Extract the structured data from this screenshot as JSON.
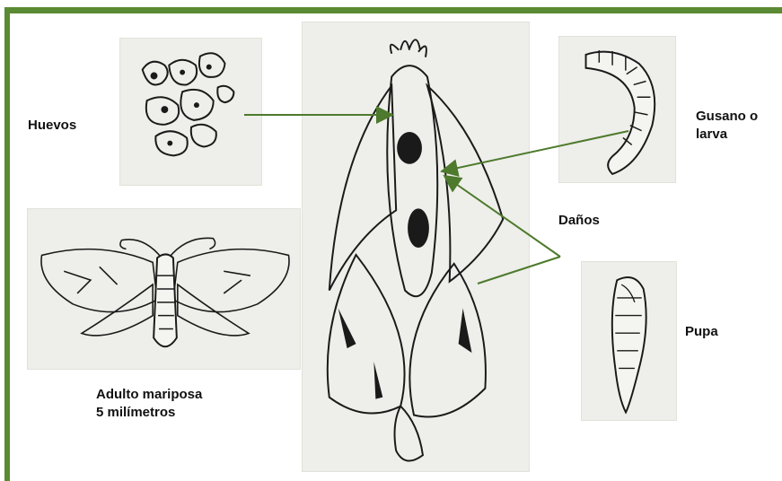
{
  "colors": {
    "frame": "#5a8a33",
    "arrow": "#4d7a2c",
    "ink": "#1a1a1a",
    "paper": "#eeeeea"
  },
  "labels": {
    "huevos": "Huevos",
    "gusano_line1": "Gusano o",
    "gusano_line2": "larva",
    "danos": "Daños",
    "pupa": "Pupa",
    "adulto_line1": "Adulto mariposa",
    "adulto_line2": "5 milímetros"
  },
  "images": [
    "eggs-illustration",
    "adult-moth-illustration",
    "corn-ear-damage-illustration",
    "larva-illustration",
    "pupa-illustration"
  ]
}
